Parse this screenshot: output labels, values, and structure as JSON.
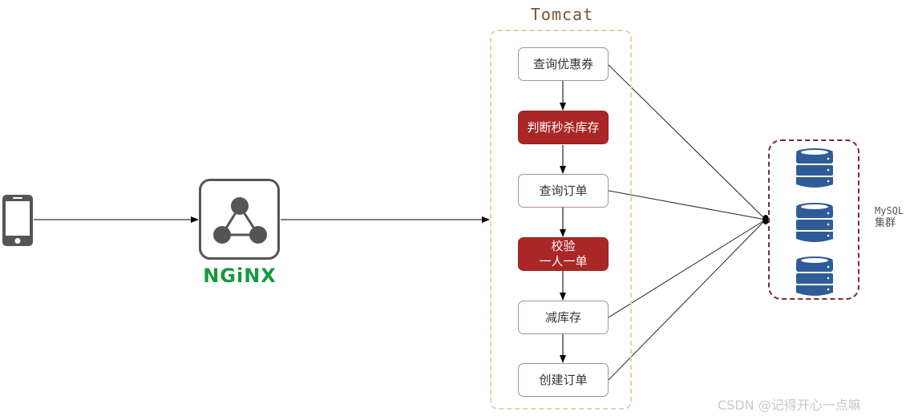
{
  "diagram": {
    "client": {
      "icon": "smartphone-icon"
    },
    "nginx": {
      "icon": "nginx-network-icon",
      "label": "NGiNX",
      "label_color": "#159a3d"
    },
    "tomcat": {
      "title": "Tomcat",
      "steps": [
        {
          "label": "查询优惠券",
          "style": "plain",
          "db_access": true
        },
        {
          "label": "判断秒杀库存",
          "style": "check",
          "db_access": false
        },
        {
          "label": "查询订单",
          "style": "plain",
          "db_access": true
        },
        {
          "label": "校验\n一人一单",
          "style": "check",
          "db_access": false
        },
        {
          "label": "减库存",
          "style": "plain",
          "db_access": true
        },
        {
          "label": "创建订单",
          "style": "plain",
          "db_access": true
        }
      ]
    },
    "mysql": {
      "label_line1": "MySQL",
      "label_line2": "集群",
      "nodes": [
        {
          "icon": "database-icon"
        },
        {
          "icon": "database-icon"
        },
        {
          "icon": "database-icon"
        }
      ],
      "color": "#2f5c97",
      "border_color": "#7d2633"
    },
    "accent_red": "#ab2626"
  },
  "watermark": "CSDN @记得开心一点嘛"
}
